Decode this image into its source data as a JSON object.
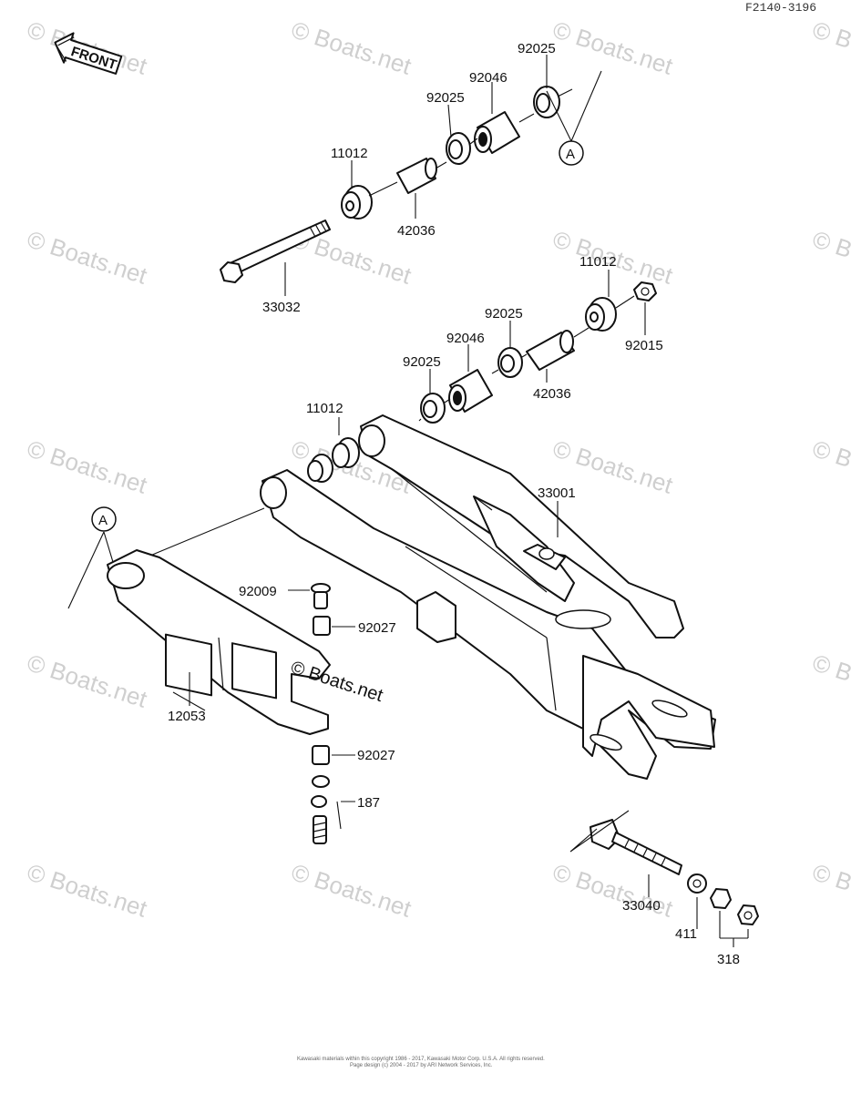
{
  "figure_id": "F2140-3196",
  "front_label": "FRONT",
  "ref_marker": "A",
  "watermark_text": "© Boats.net",
  "watermark_inline": "© Boats.net",
  "parts": [
    {
      "key": "p_92025_top",
      "number": "92025"
    },
    {
      "key": "p_92046_top",
      "number": "92046"
    },
    {
      "key": "p_92025_mid_top",
      "number": "92025"
    },
    {
      "key": "p_11012_top",
      "number": "11012"
    },
    {
      "key": "p_42036_top",
      "number": "42036"
    },
    {
      "key": "p_33032",
      "number": "33032"
    },
    {
      "key": "p_11012_right",
      "number": "11012"
    },
    {
      "key": "p_92025_right",
      "number": "92025"
    },
    {
      "key": "p_92015",
      "number": "92015"
    },
    {
      "key": "p_92046_mid",
      "number": "92046"
    },
    {
      "key": "p_92025_mid_left",
      "number": "92025"
    },
    {
      "key": "p_42036_mid",
      "number": "42036"
    },
    {
      "key": "p_11012_left",
      "number": "11012"
    },
    {
      "key": "p_33001",
      "number": "33001"
    },
    {
      "key": "p_92009",
      "number": "92009"
    },
    {
      "key": "p_92027_upper",
      "number": "92027"
    },
    {
      "key": "p_12053",
      "number": "12053"
    },
    {
      "key": "p_92027_lower",
      "number": "92027"
    },
    {
      "key": "p_187",
      "number": "187"
    },
    {
      "key": "p_33040",
      "number": "33040"
    },
    {
      "key": "p_411",
      "number": "411"
    },
    {
      "key": "p_318",
      "number": "318"
    }
  ],
  "footer_lines": [
    "Kawasaki materials within this copyright 1986 - 2017, Kawasaki Motor Corp. U.S.A. All rights reserved.",
    "Page design (c) 2004 - 2017 by ARI Network Services, Inc."
  ]
}
